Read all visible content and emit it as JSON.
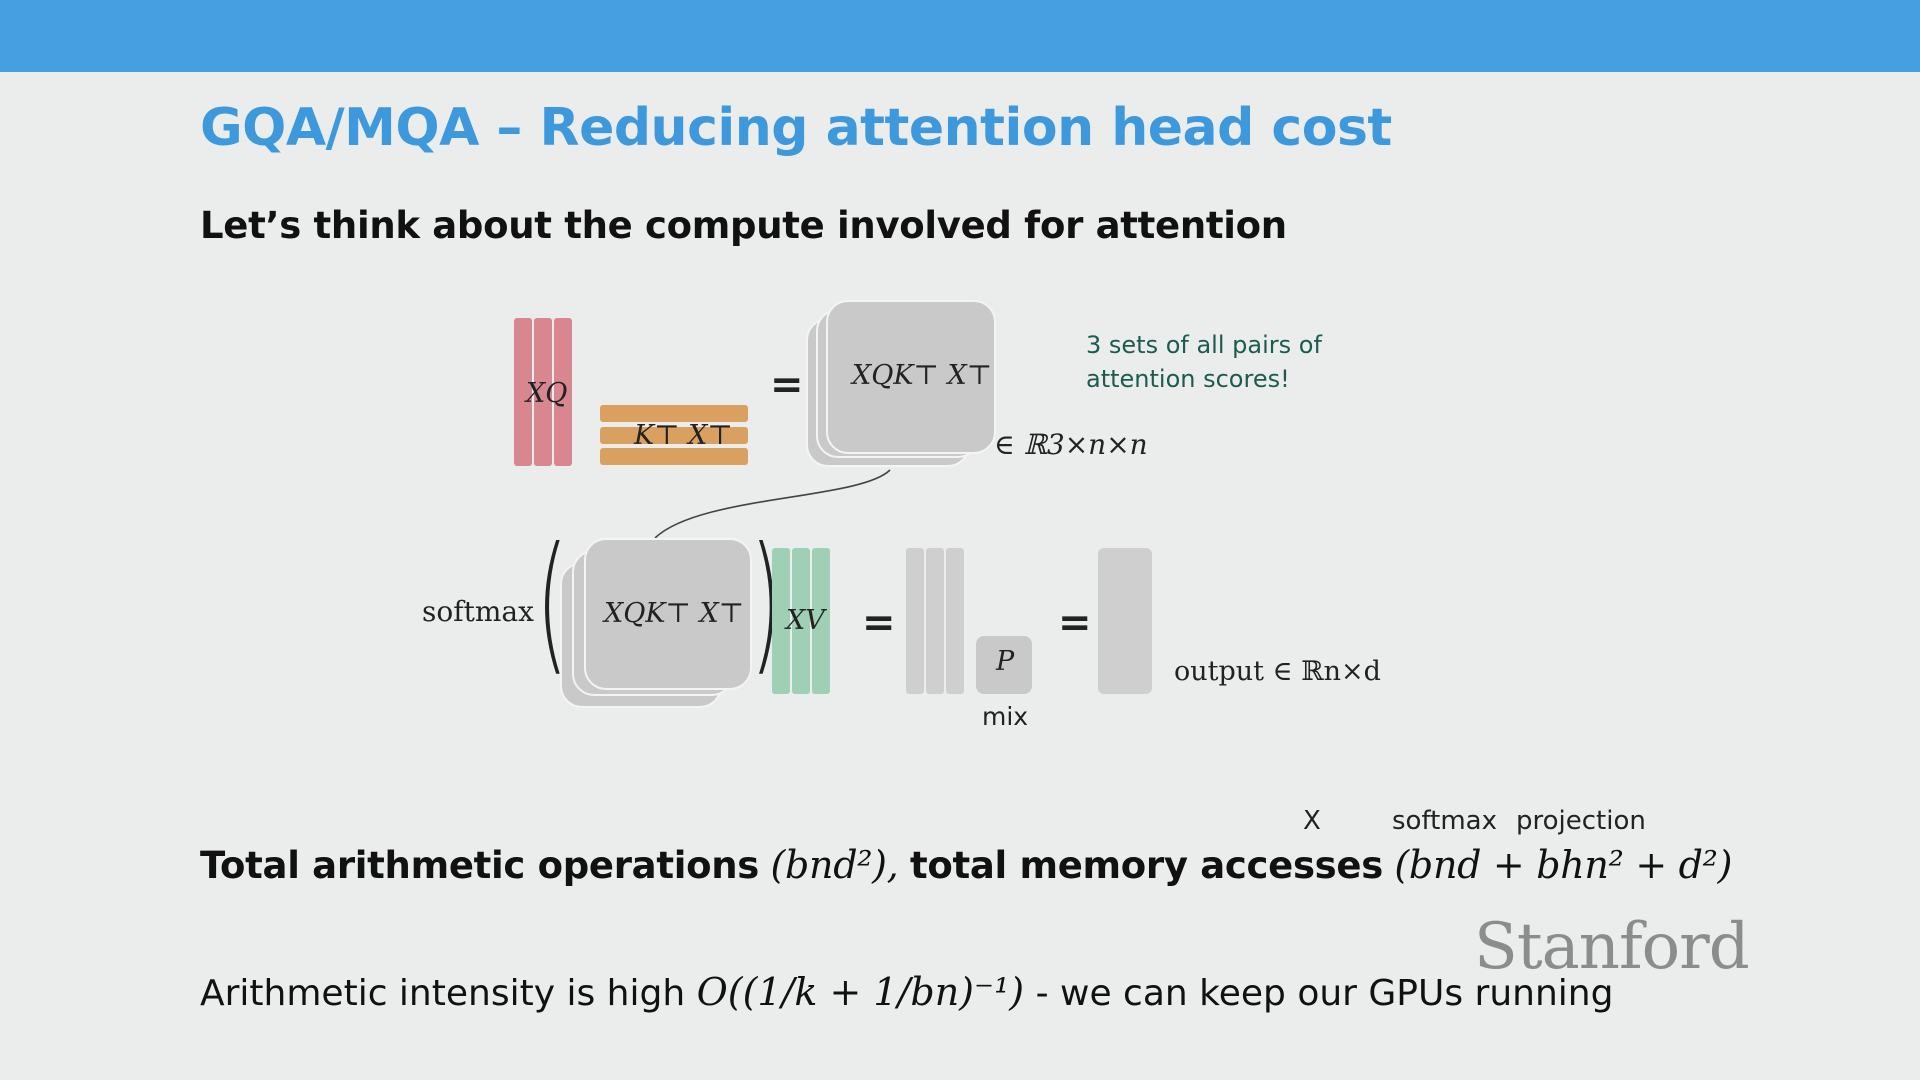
{
  "header": {
    "title": "GQA/MQA – Reducing attention head cost"
  },
  "subtitle": "Let’s think about the compute involved for attention",
  "diagram": {
    "xq": "XQ",
    "ktxt": "K⊤ X⊤",
    "equals": "=",
    "scores": "XQK⊤ X⊤",
    "scores_space": "∈ ℝ3×n×n",
    "note": "3 sets of all pairs of\nattention scores!",
    "softmax": "softmax",
    "xv": "XV",
    "p": "P",
    "mix": "mix",
    "output": "output ∈ ℝn×d"
  },
  "total": {
    "prefix": "Total arithmetic operations",
    "ops": "(bnd²),",
    "middle": "total memory accesses",
    "mem": "(bnd + bhn² + d²)",
    "over_labels": [
      "X",
      "softmax",
      "projection"
    ]
  },
  "intensity": {
    "prefix": "Arithmetic intensity is high",
    "formula": "O((1/k + 1/bn)⁻¹)",
    "suffix": "- we can keep our GPUs running"
  },
  "logo": "Stanford"
}
